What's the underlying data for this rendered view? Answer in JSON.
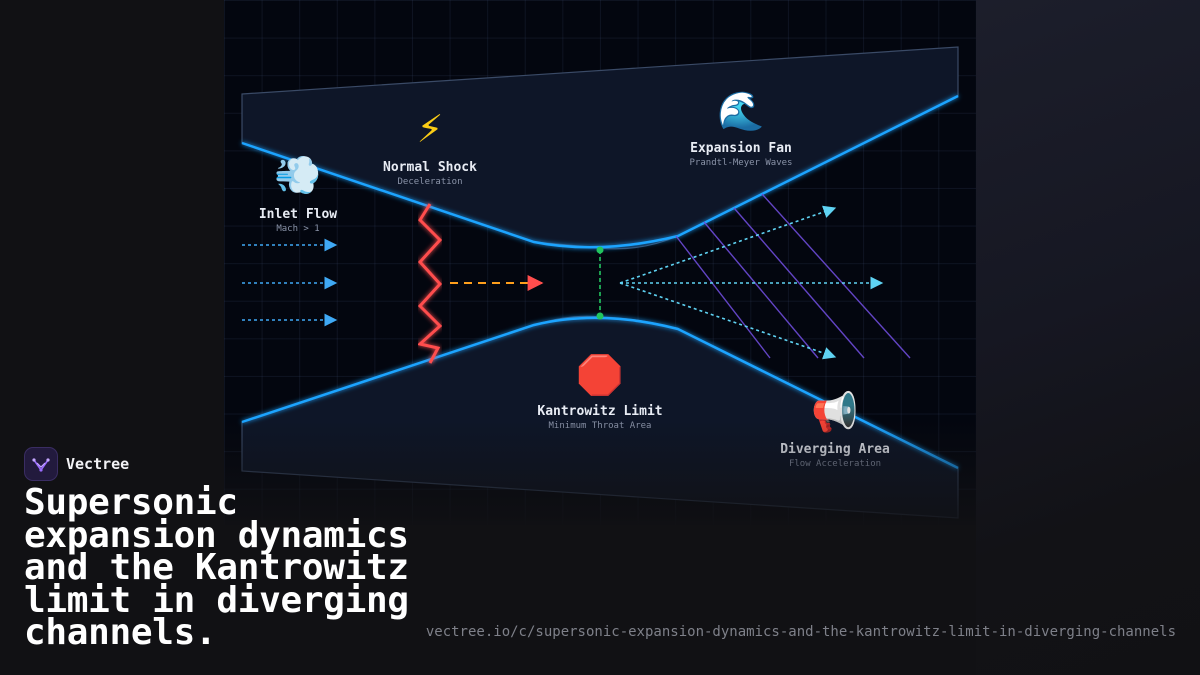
{
  "brand": {
    "name": "Vectree",
    "logo_icon": "vectree-logo-icon",
    "accent": "#7c4dff"
  },
  "headline": "Supersonic expansion dynamics and the Kantrowitz limit in diverging channels.",
  "url": "vectree.io/c/supersonic-expansion-dynamics-and-the-kantrowitz-limit-in-diverging-channels",
  "diagram": {
    "nodes": {
      "inlet": {
        "icon": "wind-icon",
        "glyph": "💨",
        "title": "Inlet Flow",
        "subtitle": "Mach > 1"
      },
      "shock": {
        "icon": "lightning-icon",
        "glyph": "⚡",
        "title": "Normal Shock",
        "subtitle": "Deceleration"
      },
      "expansion": {
        "icon": "wave-icon",
        "glyph": "🌊",
        "title": "Expansion Fan",
        "subtitle": "Prandtl-Meyer Waves"
      },
      "kantrowitz": {
        "icon": "stop-sign-icon",
        "glyph": "🛑",
        "title": "Kantrowitz Limit",
        "subtitle": "Minimum Throat Area"
      },
      "diverging": {
        "icon": "megaphone-icon",
        "glyph": "📢",
        "title": "Diverging Area",
        "subtitle": "Flow Acceleration"
      }
    },
    "colors": {
      "wall_glow": "#1ea4ff",
      "shock": "#ff4d4d",
      "flow_arrow": "#3fa9f5",
      "throat_marker": "#22c55e",
      "subsonic_arrow": "#ff9f1c",
      "fan_lines": "#6d4bd8",
      "exit_arrows": "#5fd3f3",
      "channel_fill": "#0e1628"
    }
  }
}
